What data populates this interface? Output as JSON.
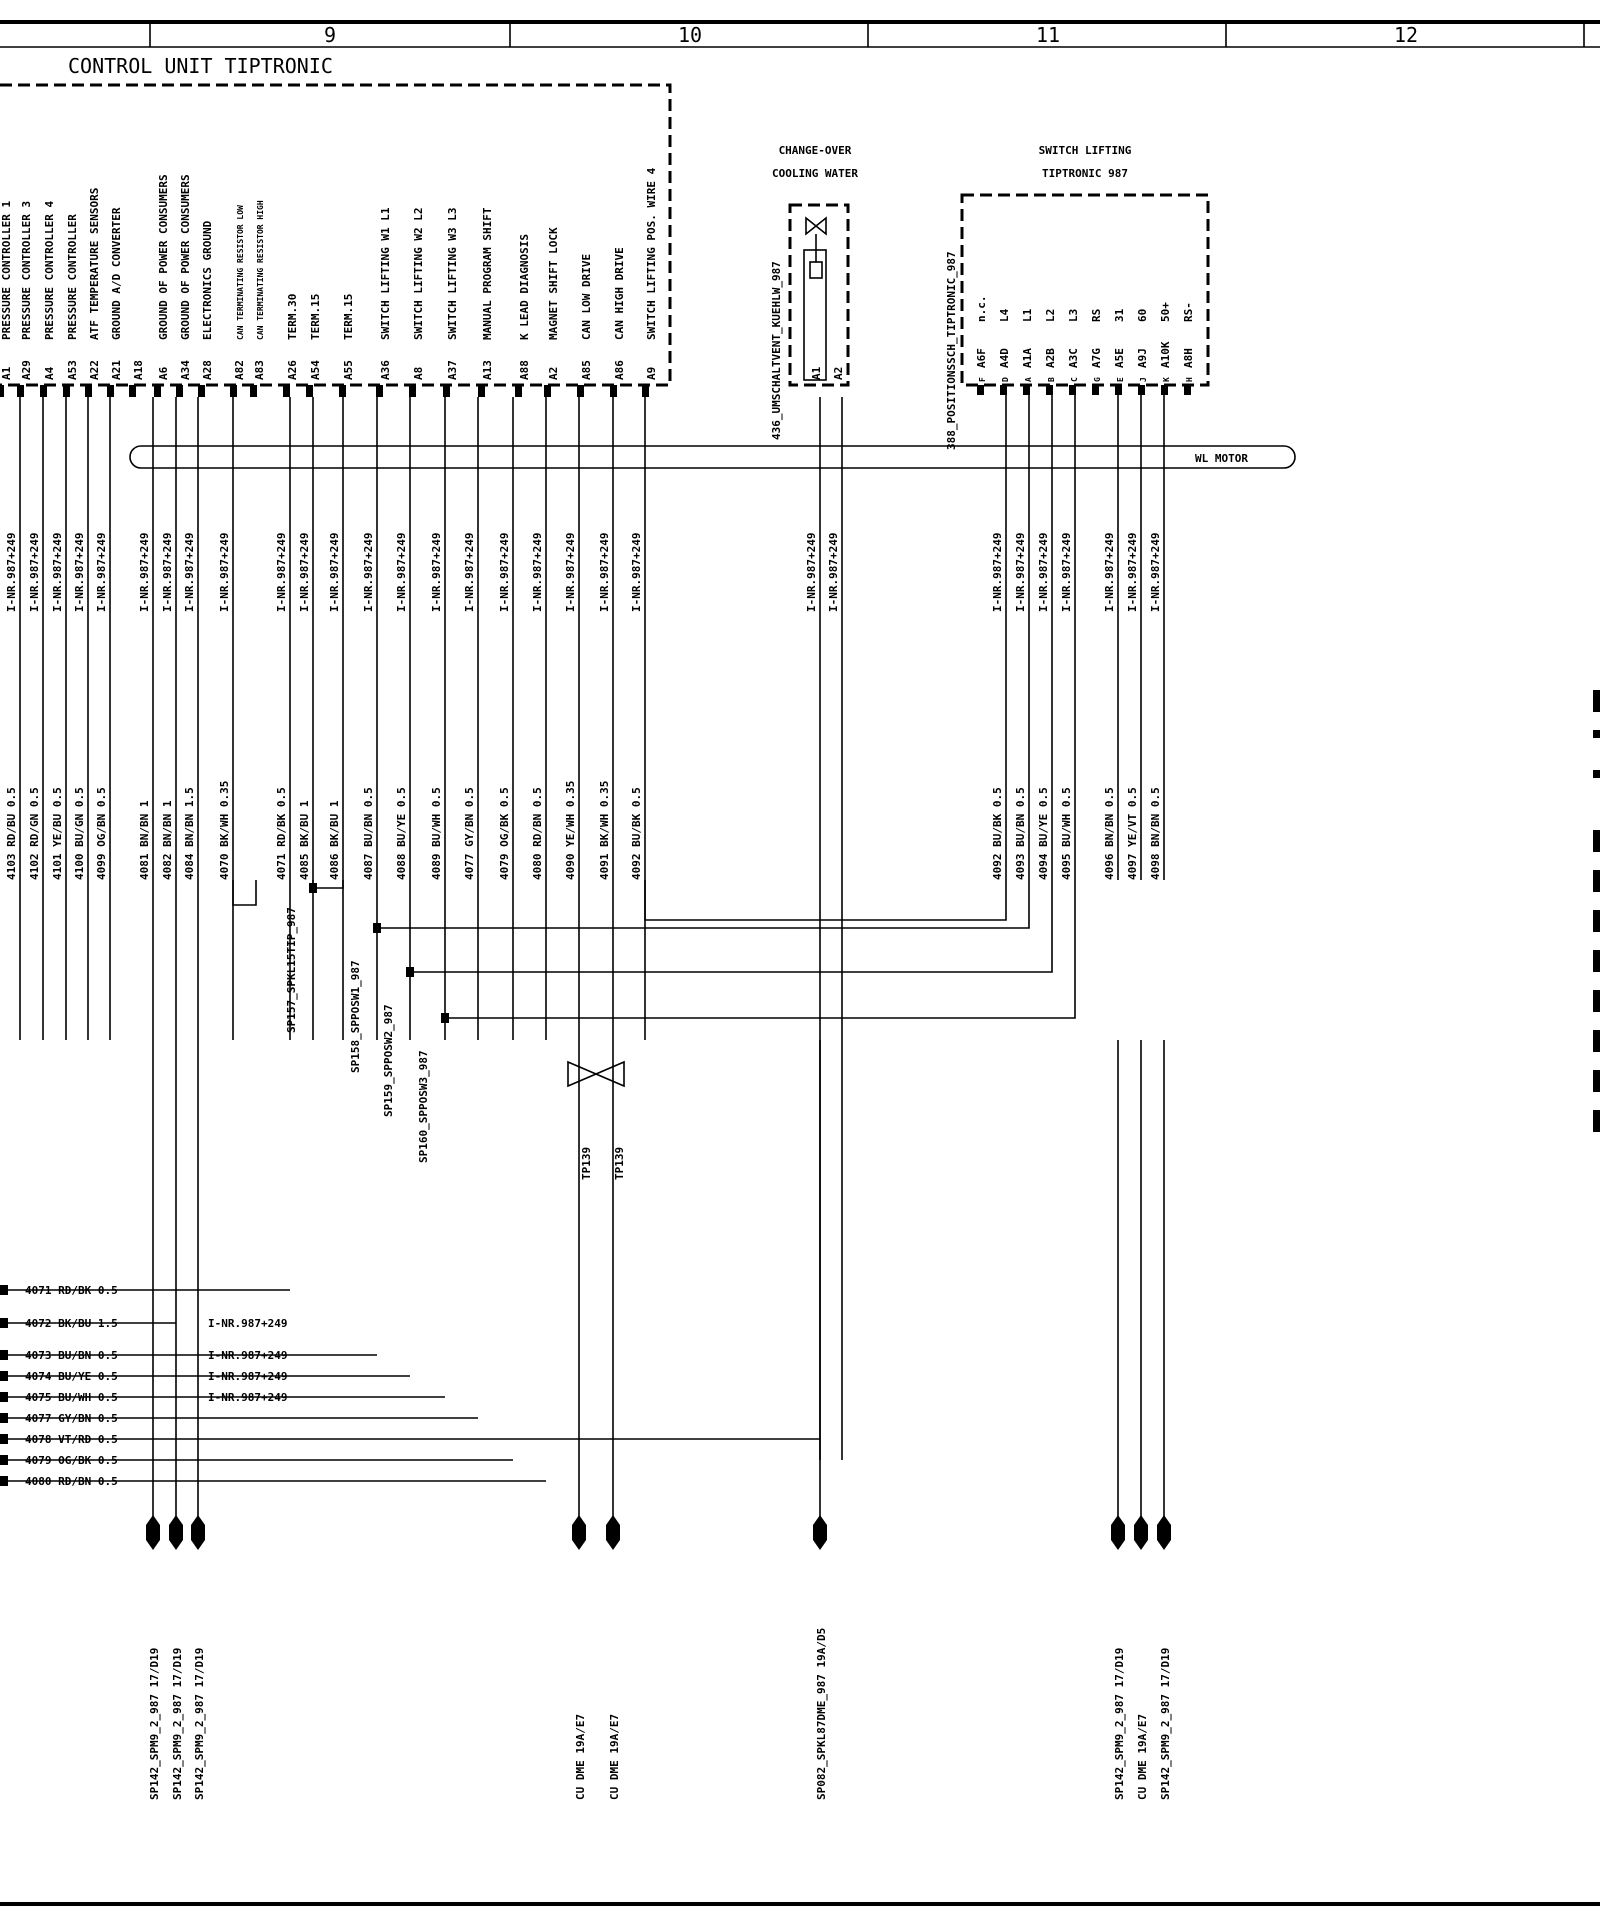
{
  "columns": [
    "9",
    "10",
    "11",
    "12"
  ],
  "control_unit": {
    "title": "CONTROL UNIT TIPTRONIC",
    "pins": [
      {
        "pin": "A1",
        "label": "PRESSURE CONTROLLER 1"
      },
      {
        "pin": "A29",
        "label": "PRESSURE CONTROLLER 3"
      },
      {
        "pin": "A4",
        "label": "PRESSURE CONTROLLER 4"
      },
      {
        "pin": "A53",
        "label": "PRESSURE CONTROLLER"
      },
      {
        "pin": "A22",
        "label": "ATF TEMPERATURE SENSORS"
      },
      {
        "pin": "A21",
        "label": "GROUND A/D CONVERTER"
      },
      {
        "pin": "A18",
        "label": ""
      },
      {
        "pin": "A6",
        "label": "GROUND OF POWER CONSUMERS"
      },
      {
        "pin": "A34",
        "label": "GROUND OF POWER CONSUMERS"
      },
      {
        "pin": "A28",
        "label": "ELECTRONICS GROUND"
      },
      {
        "pin": "A82",
        "label": "CAN TERMINATING RESISTOR LOW"
      },
      {
        "pin": "A83",
        "label": "CAN TERMINATING RESISTOR HIGH"
      },
      {
        "pin": "A26",
        "label": "TERM.30"
      },
      {
        "pin": "A54",
        "label": "TERM.15"
      },
      {
        "pin": "A55",
        "label": "TERM.15"
      },
      {
        "pin": "A36",
        "label": "SWITCH LIFTING W1 L1"
      },
      {
        "pin": "A8",
        "label": "SWITCH LIFTING W2 L2"
      },
      {
        "pin": "A37",
        "label": "SWITCH LIFTING W3 L3"
      },
      {
        "pin": "A13",
        "label": "MANUAL PROGRAM SHIFT"
      },
      {
        "pin": "A88",
        "label": "K LEAD DIAGNOSIS"
      },
      {
        "pin": "A2",
        "label": "MAGNET SHIFT LOCK"
      },
      {
        "pin": "A85",
        "label": "CAN LOW DRIVE"
      },
      {
        "pin": "A86",
        "label": "CAN HIGH DRIVE"
      },
      {
        "pin": "A9",
        "label": "SWITCH LIFTING POS. WIRE 4"
      }
    ]
  },
  "wires_left": [
    {
      "label": "4103 RD/BU 0.5"
    },
    {
      "label": "4102 RD/GN 0.5"
    },
    {
      "label": "4101 YE/BU 0.5"
    },
    {
      "label": "4100 BU/GN 0.5"
    },
    {
      "label": "4099 OG/BN 0.5"
    },
    {
      "label": "4081 BN/BN 1"
    },
    {
      "label": "4082 BN/BN 1"
    },
    {
      "label": "4084 BN/BN 1.5"
    },
    {
      "label": "4070 BK/WH 0.35"
    },
    {
      "label": "4071 RD/BK 0.5"
    },
    {
      "label": "4085 BK/BU 1"
    },
    {
      "label": "4086 BK/BU 1"
    },
    {
      "label": "4087 BU/BN 0.5"
    },
    {
      "label": "4088 BU/YE 0.5"
    },
    {
      "label": "4089 BU/WH 0.5"
    },
    {
      "label": "4077 GY/BN 0.5"
    },
    {
      "label": "4079 OG/BK 0.5"
    },
    {
      "label": "4080 RD/BN 0.5"
    },
    {
      "label": "4090 YE/WH 0.35"
    },
    {
      "label": "4091 BK/WH 0.35"
    },
    {
      "label": "4092 BU/BK 0.5"
    }
  ],
  "inr_label": "I-NR.987+249",
  "harness": {
    "label": "WL MOTOR"
  },
  "changeover": {
    "title_line1": "CHANGE-OVER",
    "title_line2": "COOLING WATER",
    "code": "436_UMSCHALTVENT_KUEHLW_987",
    "pins": [
      "A1",
      "A2"
    ]
  },
  "switch_lifting": {
    "title_line1": "SWITCH LIFTING",
    "title_line2": "TIPTRONIC 987",
    "code": "388_POSITIONSSCH_TIPTRONIC_987",
    "pins": [
      {
        "letter": "F",
        "pin": "A6F",
        "label": "n.c."
      },
      {
        "letter": "D",
        "pin": "A4D",
        "label": "L4"
      },
      {
        "letter": "A",
        "pin": "A1A",
        "label": "L1"
      },
      {
        "letter": "B",
        "pin": "A2B",
        "label": "L2"
      },
      {
        "letter": "C",
        "pin": "A3C",
        "label": "L3"
      },
      {
        "letter": "G",
        "pin": "A7G",
        "label": "RS"
      },
      {
        "letter": "E",
        "pin": "A5E",
        "label": "31"
      },
      {
        "letter": "J",
        "pin": "A9J",
        "label": "60"
      },
      {
        "letter": "K",
        "pin": "A10K",
        "label": "50+"
      },
      {
        "letter": "H",
        "pin": "A8H",
        "label": "RS-"
      }
    ]
  },
  "wires_right": [
    {
      "label": "4092 BU/BK 0.5"
    },
    {
      "label": "4093 BU/BN 0.5"
    },
    {
      "label": "4094 BU/YE 0.5"
    },
    {
      "label": "4095 BU/WH 0.5"
    },
    {
      "label": "4096 BN/BN 0.5"
    },
    {
      "label": "4097 YE/VT 0.5"
    },
    {
      "label": "4098 BN/BN 0.5"
    }
  ],
  "splices": [
    {
      "label": "SP157_SPKL15TIP_987"
    },
    {
      "label": "SP158_SPPOSW1_987"
    },
    {
      "label": "SP159_SPPOSW2_987"
    },
    {
      "label": "SP160_SPPOSW3_987"
    }
  ],
  "testpoints": [
    "TP139",
    "TP139"
  ],
  "connector_wires": [
    {
      "label": "4071 RD/BK 0.5"
    },
    {
      "label": "4072 BK/BU 1.5"
    },
    {
      "label": "4073 BU/BN 0.5"
    },
    {
      "label": "4074 BU/YE 0.5"
    },
    {
      "label": "4075 BU/WH 0.5"
    },
    {
      "label": "4077 GY/BN 0.5"
    },
    {
      "label": "4078 VT/RD 0.5"
    },
    {
      "label": "4079 OG/BK 0.5"
    },
    {
      "label": "4080 RD/BN 0.5"
    }
  ],
  "refs": [
    {
      "label": "SP142_SPM9_2_987   17/D19"
    },
    {
      "label": "SP142_SPM9_2_987   17/D19"
    },
    {
      "label": "SP142_SPM9_2_987   17/D19"
    },
    {
      "label": "CU DME   19A/E7"
    },
    {
      "label": "CU DME   19A/E7"
    },
    {
      "label": "SP082_SPKL87DME_987   19A/D5"
    },
    {
      "label": "SP142_SPM9_2_987   17/D19"
    },
    {
      "label": "CU DME   19A/E7"
    },
    {
      "label": "SP142_SPM9_2_987   17/D19"
    }
  ]
}
